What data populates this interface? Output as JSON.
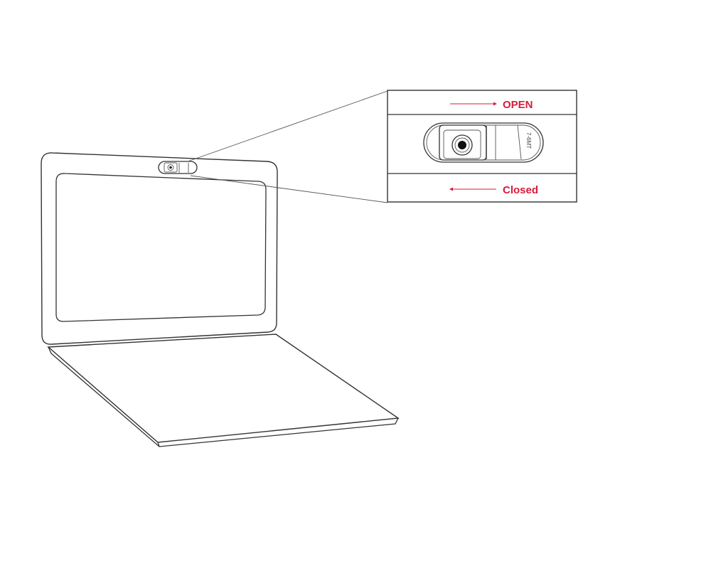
{
  "callout": {
    "open_label": "OPEN",
    "closed_label": "Closed",
    "slider_text": "7-6MT",
    "label_color": "#d81b3b"
  },
  "icons": {
    "camera": "camera-lens-icon",
    "open_arrow": "arrow-right-icon",
    "closed_arrow": "arrow-left-icon"
  }
}
